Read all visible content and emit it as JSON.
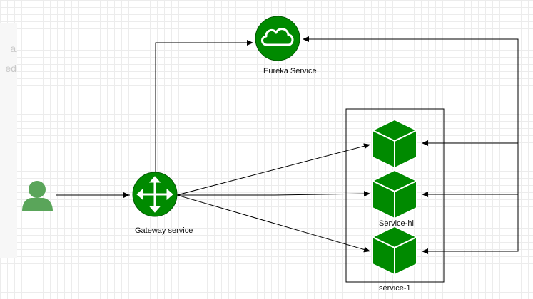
{
  "diagram": {
    "nodes": {
      "eureka": {
        "label": "Eureka Service",
        "icon": "cloud-icon"
      },
      "gateway": {
        "label": "Gateway service",
        "icon": "four-way-arrows-icon"
      },
      "user": {
        "icon": "user-icon"
      },
      "service_hi": {
        "label": "Service-hi",
        "icon": "cube-icon"
      },
      "service_top": {
        "icon": "cube-icon"
      },
      "service_1": {
        "label": "service-1",
        "icon": "cube-icon"
      }
    },
    "edges": [
      {
        "from": "user",
        "to": "gateway"
      },
      {
        "from": "gateway",
        "to": "eureka"
      },
      {
        "from": "gateway",
        "to": "service_top"
      },
      {
        "from": "gateway",
        "to": "service_hi"
      },
      {
        "from": "gateway",
        "to": "service_1"
      },
      {
        "from": "service_top",
        "to": "eureka"
      },
      {
        "from": "service_hi",
        "to": "eureka"
      },
      {
        "from": "service_1",
        "to": "eureka"
      }
    ]
  },
  "left_panel": {
    "text_1": "a,",
    "text_2": "edi"
  },
  "colors": {
    "node_green": "#008a00",
    "node_stroke": "#005700",
    "user_green": "#5aa55a",
    "edge": "#000000"
  }
}
